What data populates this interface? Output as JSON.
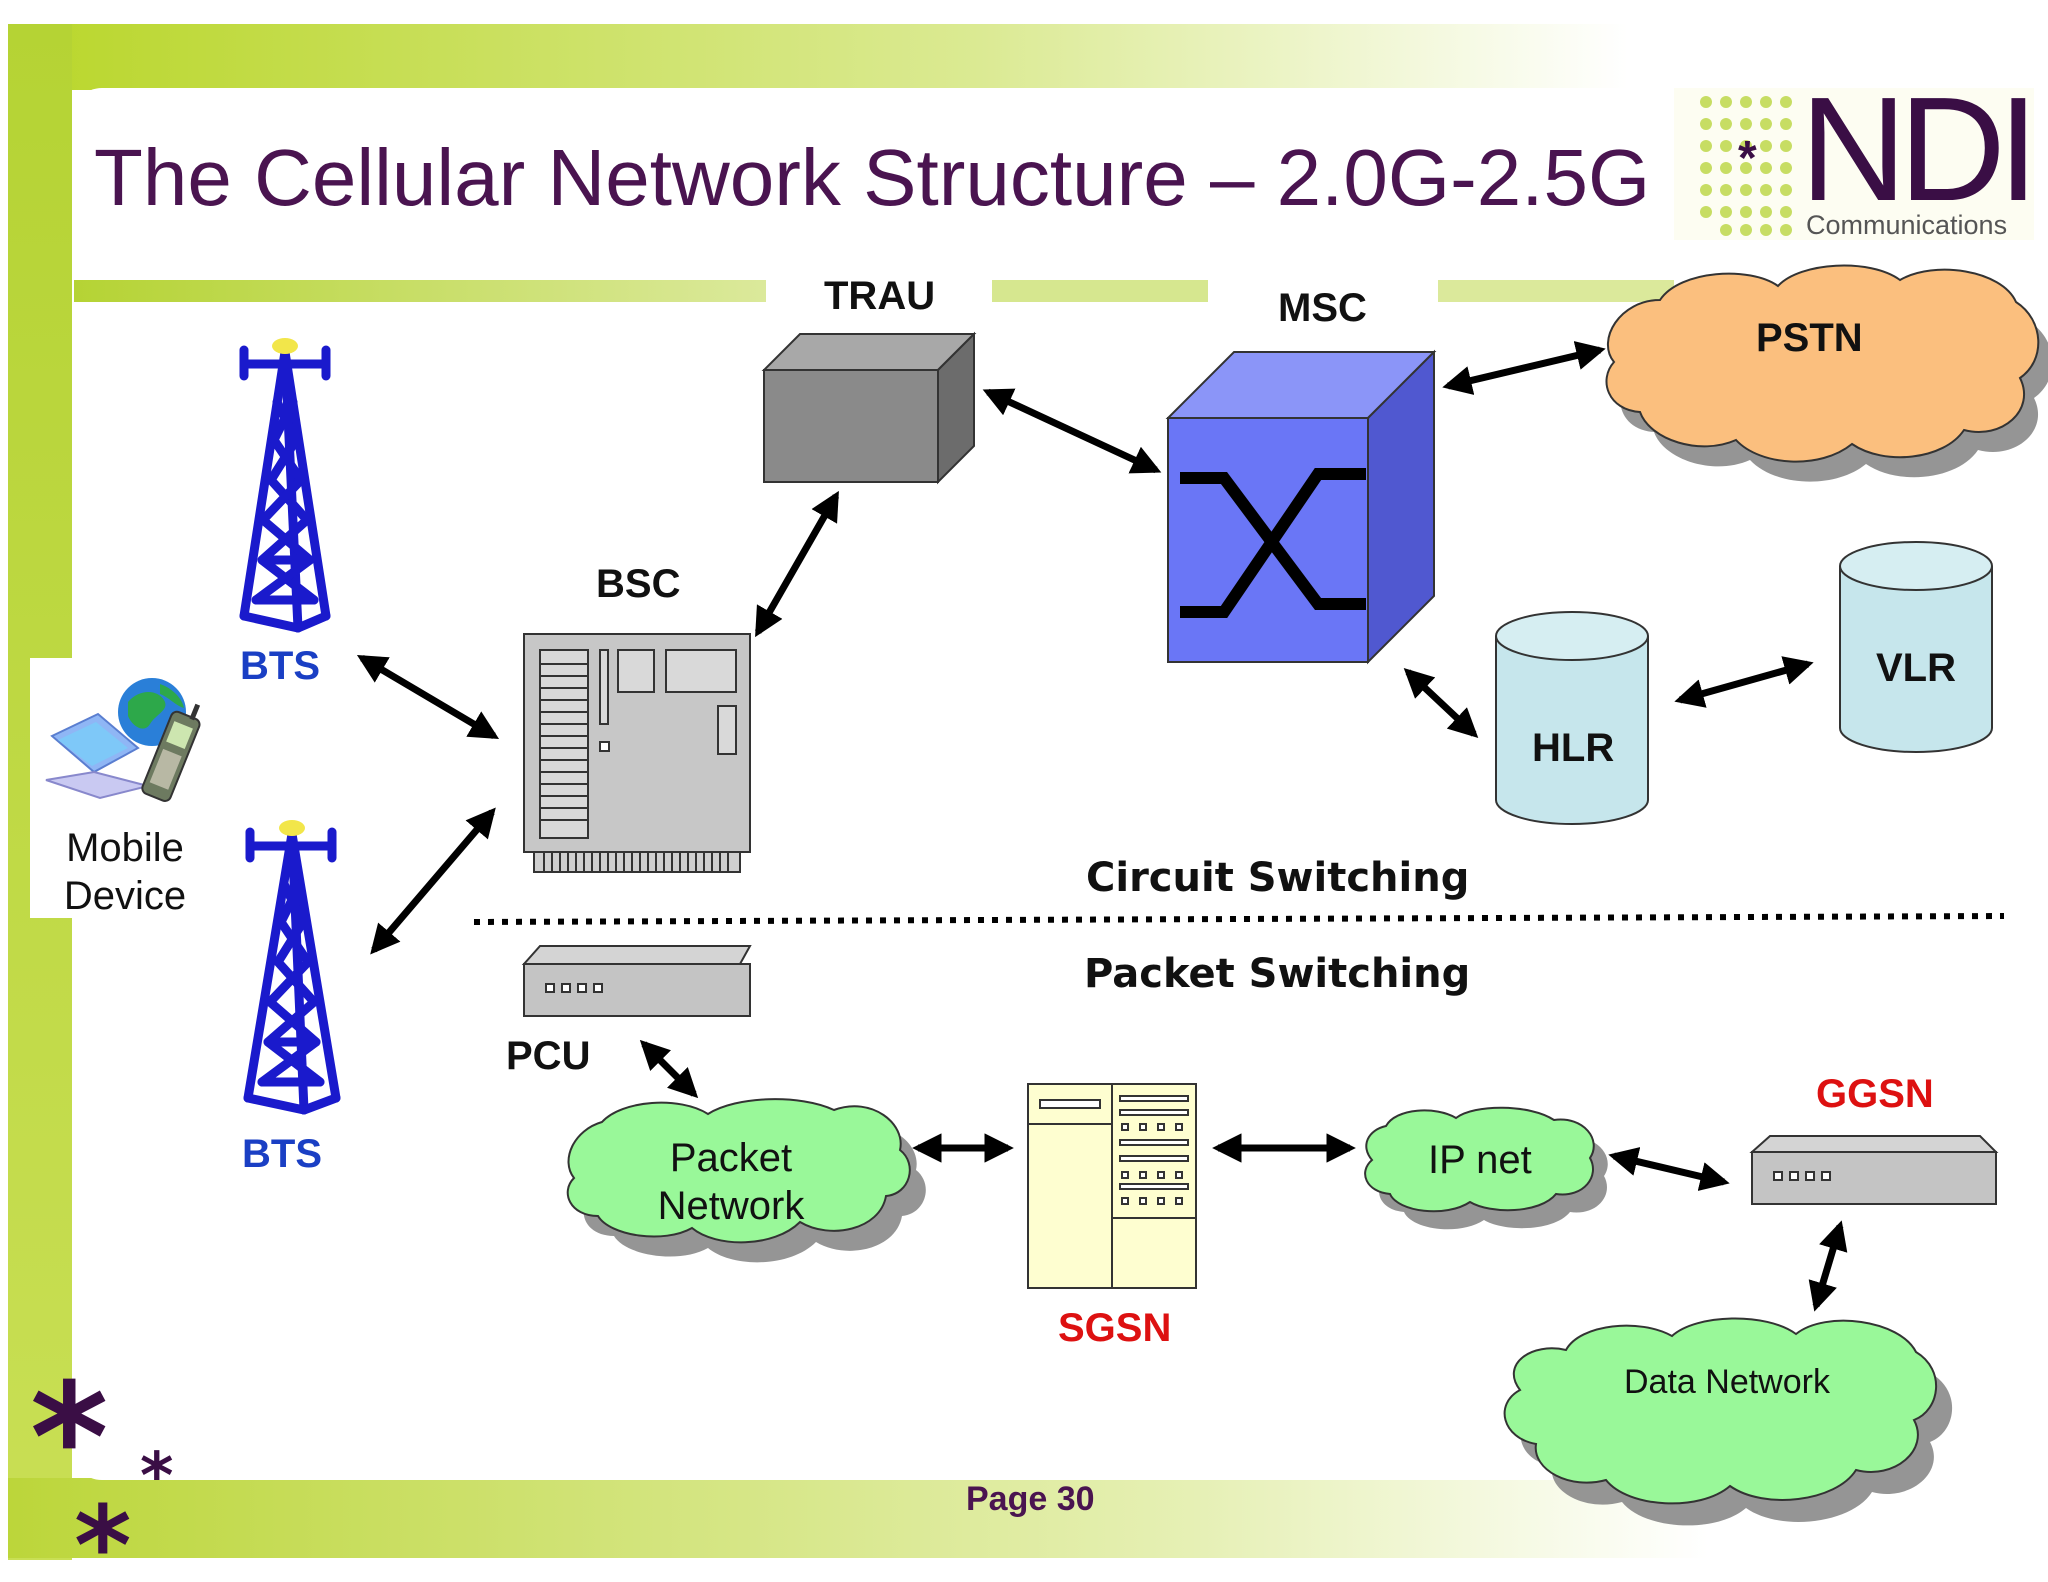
{
  "title": "The Cellular Network Structure – 2.0G-2.5G",
  "logo": {
    "text": "NDI",
    "subtitle": "Communications"
  },
  "nodes": {
    "bts_top": "BTS",
    "bts_bottom": "BTS",
    "mobile_line1": "Mobile",
    "mobile_line2": "Device",
    "bsc": "BSC",
    "trau": "TRAU",
    "msc": "MSC",
    "pstn": "PSTN",
    "hlr": "HLR",
    "vlr": "VLR",
    "pcu": "PCU",
    "packet_network_line1": "Packet",
    "packet_network_line2": "Network",
    "sgsn": "SGSN",
    "ip_net": "IP net",
    "ggsn": "GGSN",
    "data_network": "Data Network"
  },
  "sections": {
    "circuit": "Circuit Switching",
    "packet": "Packet Switching"
  },
  "footer": {
    "page": "Page 30"
  },
  "colors": {
    "title": "#4a1450",
    "accent_green": "#b5d334",
    "tower_blue": "#1a1acc",
    "msc_blue": "#6f7df7",
    "db_cyan": "#c6e6ec",
    "pstn_orange": "#fbbf7e",
    "cloud_green": "#99f899",
    "sgsn_yellow": "#fefed0",
    "label_red": "#dd1111"
  }
}
